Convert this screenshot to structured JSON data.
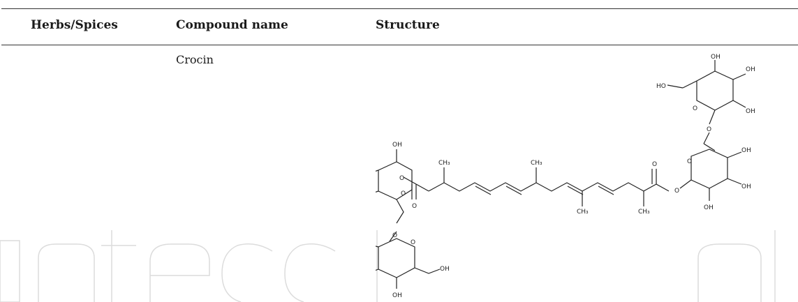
{
  "table": {
    "headers": {
      "herbs": "Herbs/Spices",
      "compound": "Compound name",
      "structure": "Structure"
    },
    "rows": [
      {
        "herb": "",
        "compound": "Crocin"
      }
    ]
  },
  "structure_labels": {
    "oh": "OH",
    "ho": "HO",
    "o": "O",
    "ch3": "CH₃"
  },
  "colors": {
    "rule": "#333333",
    "text": "#1a1a1a",
    "watermark": "#d9d9d9"
  }
}
